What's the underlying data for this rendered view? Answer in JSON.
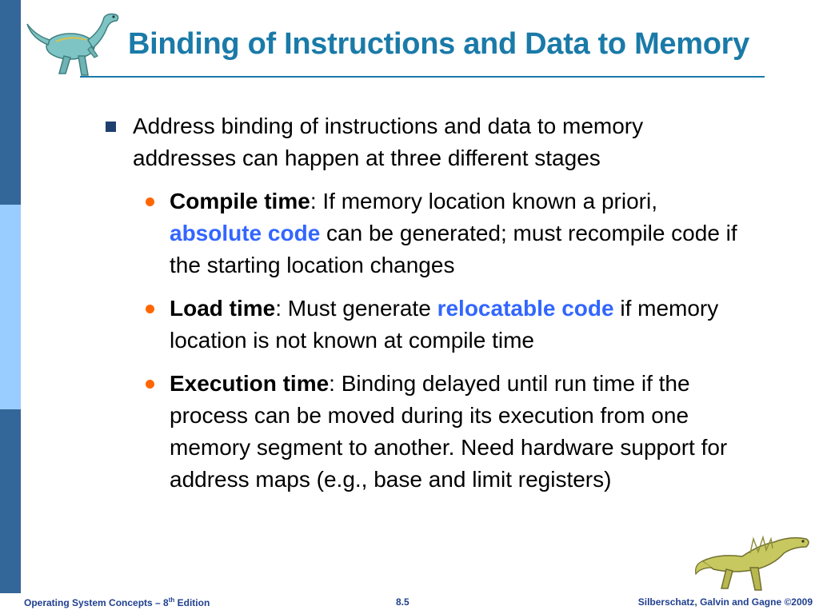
{
  "slide": {
    "title": "Binding of Instructions and Data to Memory",
    "colors": {
      "title": "#1a7aa8",
      "stripe_dark": "#336699",
      "stripe_light": "#99ccff",
      "highlight": "#3366ff",
      "sub_bullet": "#ff6600",
      "footer": "#1f3f8f"
    },
    "bullet": {
      "text": "Address binding of instructions and data to memory addresses can happen at three different stages"
    },
    "sub_bullets": [
      {
        "term": "Compile time",
        "colon": ":",
        "text_before": "  If memory location known a priori, ",
        "highlight": "absolute code",
        "text_after": " can be generated; must recompile code if the starting location changes"
      },
      {
        "term": "Load time",
        "colon": ":",
        "text_before": "  Must generate ",
        "highlight": "relocatable code",
        "text_after": " if memory location is not known at compile time"
      },
      {
        "term": "Execution time",
        "colon": ":",
        "text_before": "  Binding delayed until run time if the process can be moved during its execution from one memory segment to another.  Need hardware support for address maps (e.g., base and limit registers)"
      }
    ],
    "footer": {
      "left_prefix": "Operating System Concepts – 8",
      "left_sup": "th",
      "left_suffix": " Edition",
      "center": "8.5",
      "right": "Silberschatz, Galvin and Gagne ©2009"
    },
    "icons": {
      "top": "dinosaur-icon",
      "bottom": "dinosaur-icon"
    }
  }
}
